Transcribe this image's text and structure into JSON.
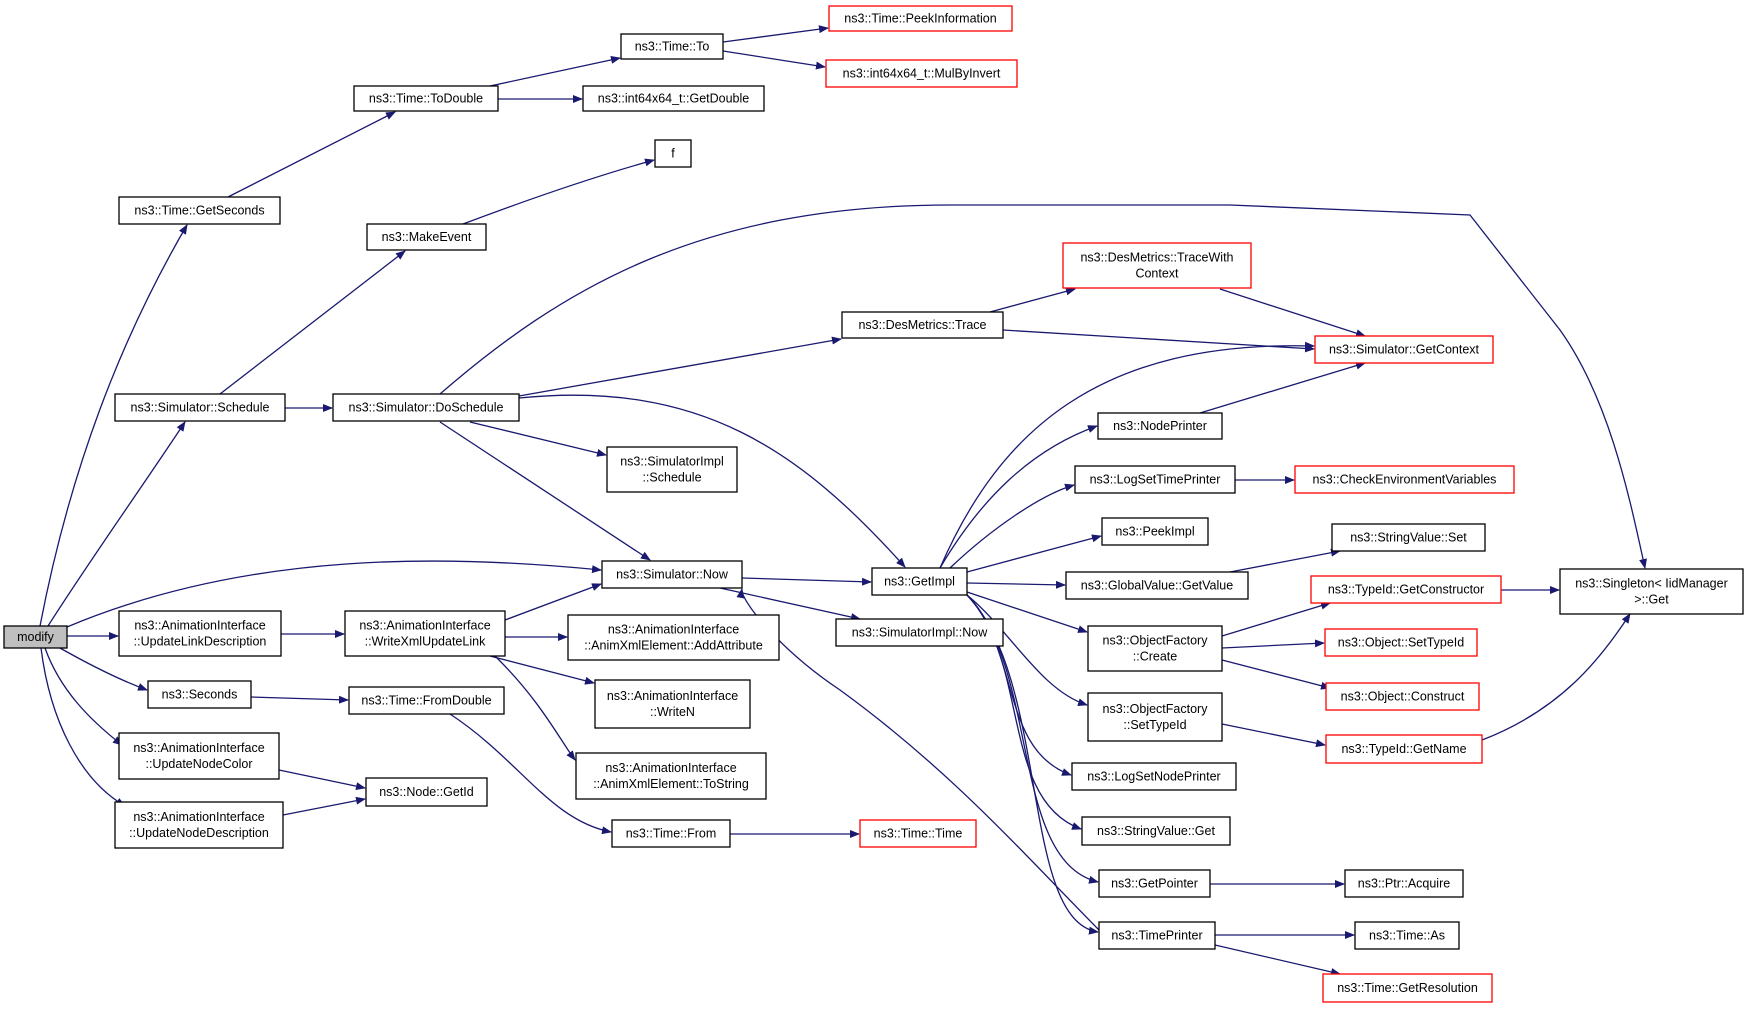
{
  "colors": {
    "edge": "#191970",
    "box_default": "#000000",
    "box_truncated": "#ff0000",
    "box_root_fill": "#bfbfbf",
    "box_fill": "#ffffff"
  },
  "nodes": [
    {
      "id": "modify",
      "lines": [
        "modify"
      ],
      "style": "root"
    },
    {
      "id": "time-getseconds",
      "lines": [
        "ns3::Time::GetSeconds"
      ],
      "style": "normal"
    },
    {
      "id": "time-todouble",
      "lines": [
        "ns3::Time::ToDouble"
      ],
      "style": "normal"
    },
    {
      "id": "time-to",
      "lines": [
        "ns3::Time::To"
      ],
      "style": "normal"
    },
    {
      "id": "time-peekinformation",
      "lines": [
        "ns3::Time::PeekInformation"
      ],
      "style": "truncated"
    },
    {
      "id": "int64x64-mulbyinvert",
      "lines": [
        "ns3::int64x64_t::MulByInvert"
      ],
      "style": "truncated"
    },
    {
      "id": "int64x64-getdouble",
      "lines": [
        "ns3::int64x64_t::GetDouble"
      ],
      "style": "normal"
    },
    {
      "id": "f",
      "lines": [
        "f"
      ],
      "style": "normal"
    },
    {
      "id": "makeevent",
      "lines": [
        "ns3::MakeEvent"
      ],
      "style": "normal"
    },
    {
      "id": "desmetrics-tracewithcontext",
      "lines": [
        "ns3::DesMetrics::TraceWith",
        "Context"
      ],
      "style": "truncated"
    },
    {
      "id": "desmetrics-trace",
      "lines": [
        "ns3::DesMetrics::Trace"
      ],
      "style": "normal"
    },
    {
      "id": "simulator-getcontext",
      "lines": [
        "ns3::Simulator::GetContext"
      ],
      "style": "truncated"
    },
    {
      "id": "simulator-schedule",
      "lines": [
        "ns3::Simulator::Schedule"
      ],
      "style": "normal"
    },
    {
      "id": "simulator-doschedule",
      "lines": [
        "ns3::Simulator::DoSchedule"
      ],
      "style": "normal"
    },
    {
      "id": "nodeprinter",
      "lines": [
        "ns3::NodePrinter"
      ],
      "style": "normal"
    },
    {
      "id": "simulatorimpl-schedule",
      "lines": [
        "ns3::SimulatorImpl",
        "::Schedule"
      ],
      "style": "normal"
    },
    {
      "id": "logsettimeprinter",
      "lines": [
        "ns3::LogSetTimePrinter"
      ],
      "style": "normal"
    },
    {
      "id": "checkenvironmentvariables",
      "lines": [
        "ns3::CheckEnvironmentVariables"
      ],
      "style": "truncated"
    },
    {
      "id": "peekimpl",
      "lines": [
        "ns3::PeekImpl"
      ],
      "style": "normal"
    },
    {
      "id": "stringvalue-set",
      "lines": [
        "ns3::StringValue::Set"
      ],
      "style": "normal"
    },
    {
      "id": "simulator-now",
      "lines": [
        "ns3::Simulator::Now"
      ],
      "style": "normal"
    },
    {
      "id": "getimpl",
      "lines": [
        "ns3::GetImpl"
      ],
      "style": "normal"
    },
    {
      "id": "globalvalue-getvalue",
      "lines": [
        "ns3::GlobalValue::GetValue"
      ],
      "style": "normal"
    },
    {
      "id": "singleton-get",
      "lines": [
        "ns3::Singleton< IidManager",
        ">::Get"
      ],
      "style": "normal"
    },
    {
      "id": "typeid-getconstructor",
      "lines": [
        "ns3::TypeId::GetConstructor"
      ],
      "style": "truncated"
    },
    {
      "id": "updatelinkdescription",
      "lines": [
        "ns3::AnimationInterface",
        "::UpdateLinkDescription"
      ],
      "style": "normal"
    },
    {
      "id": "writexmlupdatelink",
      "lines": [
        "ns3::AnimationInterface",
        "::WriteXmlUpdateLink"
      ],
      "style": "normal"
    },
    {
      "id": "animxmlelement-addattribute",
      "lines": [
        "ns3::AnimationInterface",
        "::AnimXmlElement::AddAttribute"
      ],
      "style": "normal"
    },
    {
      "id": "simulatorimpl-now",
      "lines": [
        "ns3::SimulatorImpl::Now"
      ],
      "style": "normal"
    },
    {
      "id": "objectfactory-create",
      "lines": [
        "ns3::ObjectFactory",
        "::Create"
      ],
      "style": "normal"
    },
    {
      "id": "object-settypeid",
      "lines": [
        "ns3::Object::SetTypeId"
      ],
      "style": "truncated"
    },
    {
      "id": "seconds",
      "lines": [
        "ns3::Seconds"
      ],
      "style": "normal"
    },
    {
      "id": "time-fromdouble",
      "lines": [
        "ns3::Time::FromDouble"
      ],
      "style": "normal"
    },
    {
      "id": "animationinterface-writen",
      "lines": [
        "ns3::AnimationInterface",
        "::WriteN"
      ],
      "style": "normal"
    },
    {
      "id": "object-construct",
      "lines": [
        "ns3::Object::Construct"
      ],
      "style": "truncated"
    },
    {
      "id": "objectfactory-settypeid",
      "lines": [
        "ns3::ObjectFactory",
        "::SetTypeId"
      ],
      "style": "normal"
    },
    {
      "id": "updatenodecolor",
      "lines": [
        "ns3::AnimationInterface",
        "::UpdateNodeColor"
      ],
      "style": "normal"
    },
    {
      "id": "typeid-getname",
      "lines": [
        "ns3::TypeId::GetName"
      ],
      "style": "truncated"
    },
    {
      "id": "animxmlelement-tostring",
      "lines": [
        "ns3::AnimationInterface",
        "::AnimXmlElement::ToString"
      ],
      "style": "normal"
    },
    {
      "id": "logsetnodeprinter",
      "lines": [
        "ns3::LogSetNodePrinter"
      ],
      "style": "normal"
    },
    {
      "id": "node-getid",
      "lines": [
        "ns3::Node::GetId"
      ],
      "style": "normal"
    },
    {
      "id": "updatenodedescription",
      "lines": [
        "ns3::AnimationInterface",
        "::UpdateNodeDescription"
      ],
      "style": "normal"
    },
    {
      "id": "stringvalue-get",
      "lines": [
        "ns3::StringValue::Get"
      ],
      "style": "normal"
    },
    {
      "id": "time-from",
      "lines": [
        "ns3::Time::From"
      ],
      "style": "normal"
    },
    {
      "id": "time-time",
      "lines": [
        "ns3::Time::Time"
      ],
      "style": "truncated"
    },
    {
      "id": "getpointer",
      "lines": [
        "ns3::GetPointer"
      ],
      "style": "normal"
    },
    {
      "id": "ptr-acquire",
      "lines": [
        "ns3::Ptr::Acquire"
      ],
      "style": "normal"
    },
    {
      "id": "timeprinter",
      "lines": [
        "ns3::TimePrinter"
      ],
      "style": "normal"
    },
    {
      "id": "time-as",
      "lines": [
        "ns3::Time::As"
      ],
      "style": "normal"
    },
    {
      "id": "time-getresolution",
      "lines": [
        "ns3::Time::GetResolution"
      ],
      "style": "truncated"
    }
  ],
  "edges": [
    [
      "modify",
      "time-getseconds"
    ],
    [
      "modify",
      "simulator-schedule"
    ],
    [
      "modify",
      "simulator-now"
    ],
    [
      "modify",
      "updatelinkdescription"
    ],
    [
      "modify",
      "seconds"
    ],
    [
      "modify",
      "updatenodecolor"
    ],
    [
      "modify",
      "updatenodedescription"
    ],
    [
      "time-getseconds",
      "time-todouble"
    ],
    [
      "time-todouble",
      "time-to"
    ],
    [
      "time-todouble",
      "int64x64-getdouble"
    ],
    [
      "time-to",
      "time-peekinformation"
    ],
    [
      "time-to",
      "int64x64-mulbyinvert"
    ],
    [
      "makeevent",
      "f"
    ],
    [
      "simulator-schedule",
      "makeevent"
    ],
    [
      "simulator-schedule",
      "simulator-doschedule"
    ],
    [
      "simulator-doschedule",
      "desmetrics-trace"
    ],
    [
      "simulator-doschedule",
      "singleton-get"
    ],
    [
      "simulator-doschedule",
      "getimpl"
    ],
    [
      "simulator-doschedule",
      "simulatorimpl-schedule"
    ],
    [
      "simulator-doschedule",
      "simulator-now"
    ],
    [
      "desmetrics-trace",
      "desmetrics-tracewithcontext"
    ],
    [
      "desmetrics-trace",
      "simulator-getcontext"
    ],
    [
      "desmetrics-tracewithcontext",
      "simulator-getcontext"
    ],
    [
      "nodeprinter",
      "simulator-getcontext"
    ],
    [
      "simulator-now",
      "getimpl"
    ],
    [
      "simulator-now",
      "simulatorimpl-now"
    ],
    [
      "getimpl",
      "simulator-getcontext"
    ],
    [
      "getimpl",
      "nodeprinter"
    ],
    [
      "getimpl",
      "logsettimeprinter"
    ],
    [
      "getimpl",
      "peekimpl"
    ],
    [
      "getimpl",
      "globalvalue-getvalue"
    ],
    [
      "getimpl",
      "objectfactory-create"
    ],
    [
      "getimpl",
      "objectfactory-settypeid"
    ],
    [
      "getimpl",
      "logsetnodeprinter"
    ],
    [
      "getimpl",
      "stringvalue-get"
    ],
    [
      "getimpl",
      "getpointer"
    ],
    [
      "getimpl",
      "timeprinter"
    ],
    [
      "logsettimeprinter",
      "checkenvironmentvariables"
    ],
    [
      "globalvalue-getvalue",
      "stringvalue-set"
    ],
    [
      "objectfactory-create",
      "typeid-getconstructor"
    ],
    [
      "objectfactory-create",
      "object-settypeid"
    ],
    [
      "objectfactory-create",
      "object-construct"
    ],
    [
      "typeid-getconstructor",
      "singleton-get"
    ],
    [
      "objectfactory-settypeid",
      "typeid-getname"
    ],
    [
      "typeid-getname",
      "singleton-get"
    ],
    [
      "updatelinkdescription",
      "writexmlupdatelink"
    ],
    [
      "writexmlupdatelink",
      "simulator-now"
    ],
    [
      "writexmlupdatelink",
      "animxmlelement-addattribute"
    ],
    [
      "writexmlupdatelink",
      "animationinterface-writen"
    ],
    [
      "writexmlupdatelink",
      "animxmlelement-tostring"
    ],
    [
      "seconds",
      "time-fromdouble"
    ],
    [
      "time-fromdouble",
      "time-from"
    ],
    [
      "time-from",
      "time-time"
    ],
    [
      "updatenodecolor",
      "node-getid"
    ],
    [
      "updatenodedescription",
      "node-getid"
    ],
    [
      "getpointer",
      "ptr-acquire"
    ],
    [
      "timeprinter",
      "simulator-now"
    ],
    [
      "timeprinter",
      "time-as"
    ],
    [
      "timeprinter",
      "time-getresolution"
    ]
  ]
}
